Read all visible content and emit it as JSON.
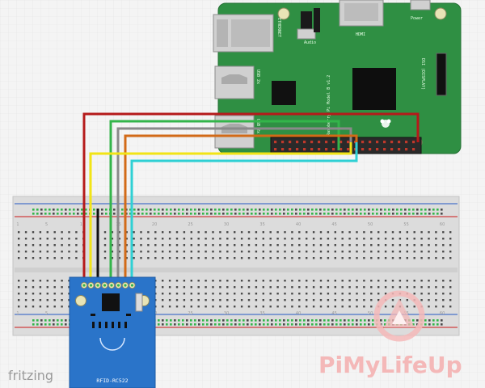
{
  "app": {
    "brand": "fritzing"
  },
  "watermark": {
    "text": "PiMyLifeUp"
  },
  "pi": {
    "labels": [
      "ETHERNET",
      "Audio",
      "HDMI",
      "Power",
      "USB 2x",
      "USB 2x",
      "DSI (DISPLAY)",
      "Raspberry Pi Model B v1.2"
    ]
  },
  "rfid": {
    "label": "RFID-RC522"
  },
  "breadboard": {
    "column_numbers": [
      "1",
      "5",
      "10",
      "15",
      "20",
      "25",
      "30",
      "35",
      "40",
      "45",
      "50",
      "55",
      "60"
    ]
  },
  "colors": {
    "pcb_green": "#2f8f43",
    "rfid_blue": "#2a74c9",
    "wire_red": "#b51a1a",
    "wire_green": "#33b54a",
    "wire_gray": "#8a8a8a",
    "wire_orange": "#d26a17",
    "wire_yellow": "#f2e416",
    "wire_cyan": "#2fd0d4",
    "watermark": "#f4b8b8"
  }
}
